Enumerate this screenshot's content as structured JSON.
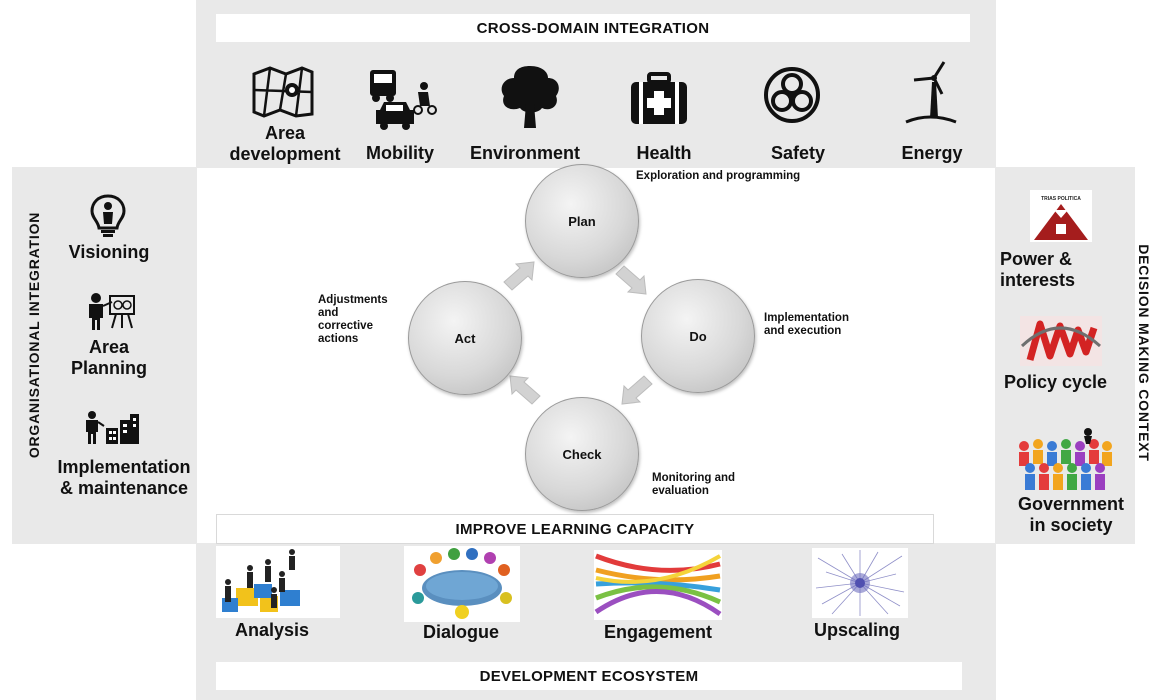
{
  "cross_domain": {
    "title": "CROSS-DOMAIN INTEGRATION",
    "items": [
      {
        "label": "Area\ndevelopment",
        "icon": "map-icon"
      },
      {
        "label": "Mobility",
        "icon": "vehicles-icon"
      },
      {
        "label": "Environment",
        "icon": "tree-icon"
      },
      {
        "label": "Health",
        "icon": "first-aid-kit-icon"
      },
      {
        "label": "Safety",
        "icon": "biohazard-icon"
      },
      {
        "label": "Energy",
        "icon": "wind-turbine-icon"
      }
    ]
  },
  "organisational": {
    "title": "ORGANISATIONAL INTEGRATION",
    "items": [
      {
        "label": "Visioning",
        "icon": "lightbulb-person-icon"
      },
      {
        "label": "Area\nPlanning",
        "icon": "presenter-icon"
      },
      {
        "label": "Implementation\n& maintenance",
        "icon": "person-buildings-icon"
      }
    ]
  },
  "decision_context": {
    "title": "DECISION MAKING CONTEXT",
    "items": [
      {
        "label": "Power &\ninterests",
        "image_text": "TRIAS POLITICA"
      },
      {
        "label": "Policy cycle"
      },
      {
        "label": "Government\nin society"
      }
    ]
  },
  "cycle": {
    "plan": "Plan",
    "do": "Do",
    "check": "Check",
    "act": "Act",
    "plan_note": "Exploration and programming",
    "do_note": "Implementation\nand execution",
    "check_note": "Monitoring and\nevaluation",
    "act_note": "Adjustments\nand\ncorrective\nactions"
  },
  "learning": {
    "title": "IMPROVE LEARNING CAPACITY",
    "items": [
      {
        "label": "Analysis"
      },
      {
        "label": "Dialogue"
      },
      {
        "label": "Engagement"
      },
      {
        "label": "Upscaling"
      }
    ]
  },
  "ecosystem": {
    "title": "DEVELOPMENT ECOSYSTEM"
  },
  "colors": {
    "panel": "#e9e9e9",
    "arrow": "#c8c8c8",
    "trias_red": "#a51d1d"
  }
}
